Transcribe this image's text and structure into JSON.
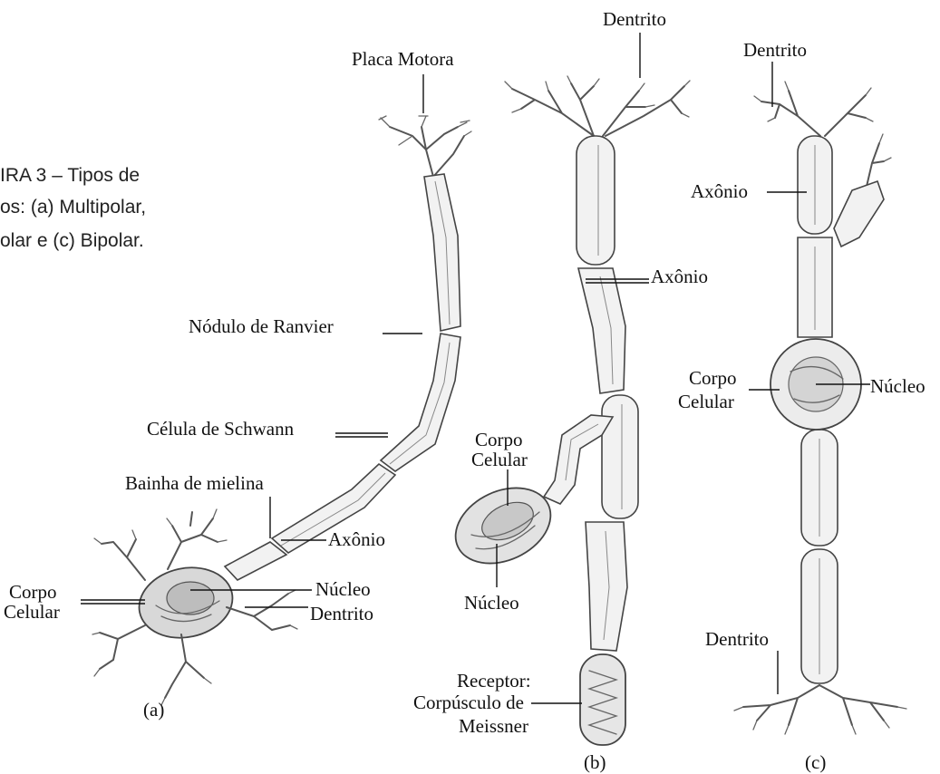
{
  "caption": {
    "line1": "IRA 3 – Tipos de",
    "line2": "os: (a) Multipolar,",
    "line3": "olar e (c) Bipolar."
  },
  "neuron_a": {
    "placa_motora": "Placa Motora",
    "nodulo_ranvier": "Nódulo de Ranvier",
    "celula_schwann": "Célula de Schwann",
    "bainha_mielina": "Bainha de mielina",
    "axonio": "Axônio",
    "corpo": "Corpo",
    "celular": "Celular",
    "nucleo": "Núcleo",
    "dentrito": "Dentrito",
    "sublabel": "(a)"
  },
  "neuron_b": {
    "dentrito": "Dentrito",
    "axonio": "Axônio",
    "corpo": "Corpo",
    "celular": "Celular",
    "nucleo": "Núcleo",
    "receptor1": "Receptor:",
    "receptor2": "Corpúsculo de",
    "receptor3": "Meissner",
    "sublabel": "(b)"
  },
  "neuron_c": {
    "dentrito_top": "Dentrito",
    "axonio": "Axônio",
    "corpo": "Corpo",
    "celular": "Celular",
    "nucleo": "Núcleo",
    "dentrito_bottom": "Dentrito",
    "sublabel": "(c)"
  }
}
